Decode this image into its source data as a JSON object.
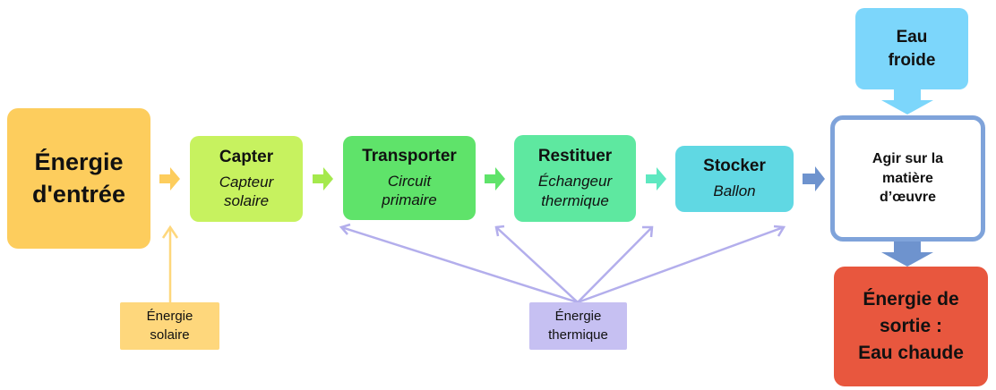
{
  "input": {
    "line1": "Énergie",
    "line2": "d'entrée"
  },
  "steps": [
    {
      "title": "Capter",
      "sub1": "Capteur",
      "sub2": "solaire"
    },
    {
      "title": "Transporter",
      "sub1": "Circuit",
      "sub2": "primaire"
    },
    {
      "title": "Restituer",
      "sub1": "Échangeur",
      "sub2": "thermique"
    },
    {
      "title": "Stocker",
      "sub1": "Ballon"
    }
  ],
  "action": {
    "line1": "Agir sur la",
    "line2": "matière",
    "line3": "d’œuvre"
  },
  "cold_water": {
    "line1": "Eau",
    "line2": "froide"
  },
  "output": {
    "line1": "Énergie de",
    "line2": "sortie :",
    "line3": "Eau chaude"
  },
  "solar_energy": {
    "line1": "Énergie",
    "line2": "solaire"
  },
  "thermal_energy": {
    "line1": "Énergie",
    "line2": "thermique"
  },
  "colors": {
    "input": "#FDCD5D",
    "capter": "#C7F25F",
    "transporter": "#5FE36A",
    "restituer": "#5EE8A0",
    "stocker": "#60D8E3",
    "action_border": "#7FA3DA",
    "cold_water": "#7CD6FB",
    "output": "#E8573E",
    "solar_label": "#FED77C",
    "thermal_label": "#C6C0F2"
  }
}
